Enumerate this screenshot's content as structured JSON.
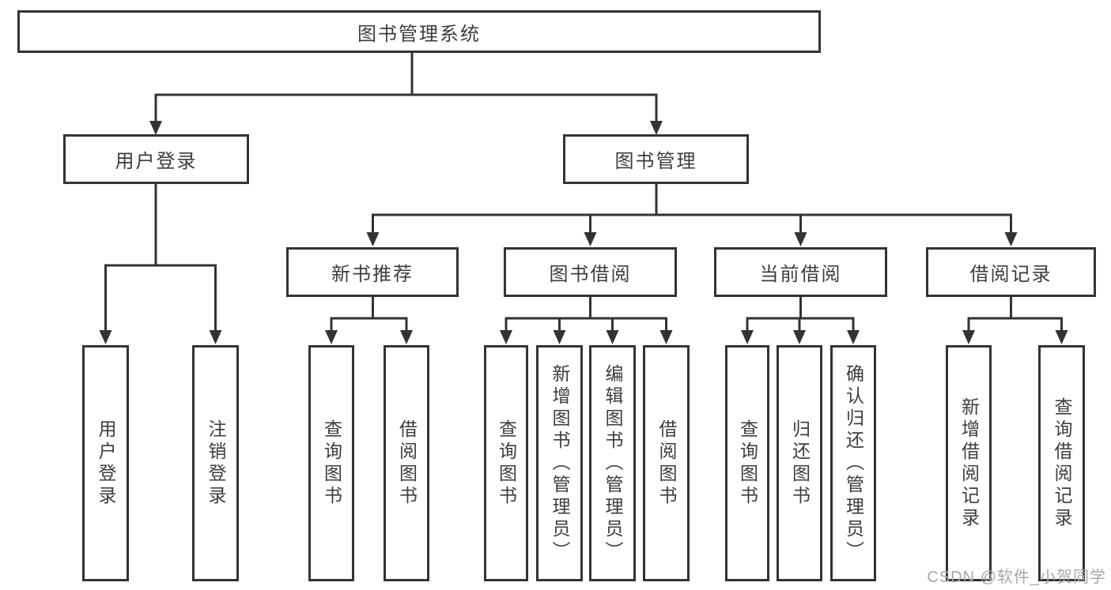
{
  "tree": {
    "root": {
      "label": "图书管理系统"
    },
    "branches": [
      {
        "label": "用户登录",
        "children": [
          {
            "label": "用户登录"
          },
          {
            "label": "注销登录"
          }
        ]
      },
      {
        "label": "图书管理",
        "children": [
          {
            "label": "新书推荐",
            "children": [
              {
                "label": "查询图书"
              },
              {
                "label": "借阅图书"
              }
            ]
          },
          {
            "label": "图书借阅",
            "children": [
              {
                "label": "查询图书"
              },
              {
                "label": "新增图书（管理员）"
              },
              {
                "label": "编辑图书（管理员）"
              },
              {
                "label": "借阅图书"
              }
            ]
          },
          {
            "label": "当前借阅",
            "children": [
              {
                "label": "查询图书"
              },
              {
                "label": "归还图书"
              },
              {
                "label": "确认归还（管理员）"
              }
            ]
          },
          {
            "label": "借阅记录",
            "children": [
              {
                "label": "新增借阅记录"
              },
              {
                "label": "查询借阅记录"
              }
            ]
          }
        ]
      }
    ]
  },
  "watermark": {
    "text": "CSDN @软件_小贺同学",
    "color": "#a8a8a8"
  },
  "colors": {
    "line": "#333333",
    "box_border": "#333333",
    "text": "#3d3d3d",
    "background": "#ffffff"
  }
}
